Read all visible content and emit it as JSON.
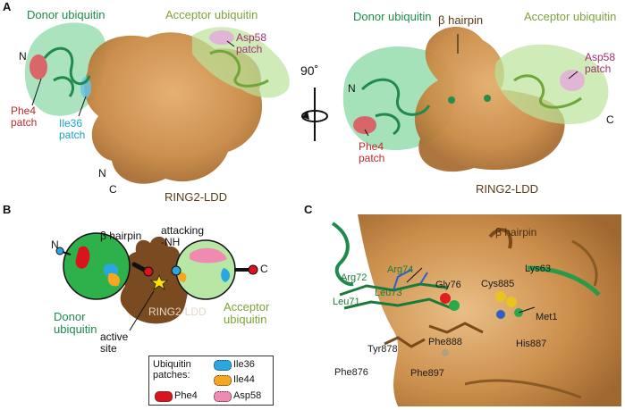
{
  "panels": {
    "a": "A",
    "b": "B",
    "c": "C"
  },
  "panel_a": {
    "left": {
      "donor_title": "Donor ubiquitin",
      "acceptor_title": "Acceptor ubiquitin",
      "asp58": "Asp58\npatch",
      "n_label": "N",
      "phe4": "Phe4\npatch",
      "ile36": "Ile36\npatch",
      "n2_label": "N",
      "c_label": "C",
      "ring": "RING2-LDD"
    },
    "rotation": "90˚",
    "right": {
      "donor_title": "Donor ubiquitin",
      "hairpin": "β hairpin",
      "acceptor_title": "Acceptor ubiquitin",
      "asp58": "Asp58\npatch",
      "n_label": "N",
      "c_label": "C",
      "phe4": "Phe4\npatch",
      "ring": "RING2-LDD"
    }
  },
  "panel_b": {
    "hairpin": "β hairpin",
    "attacking": "attacking\n-NH",
    "n_label": "N",
    "c_label": "C",
    "ring": "RING2-LDD",
    "donor": "Donor\nubiquitin",
    "acceptor": "Acceptor\nubiquitin",
    "active_site": "active\nsite",
    "legend": {
      "title": "Ubiquitin\npatches:",
      "items": [
        {
          "label": "Ile36",
          "color": "#2aa6e0"
        },
        {
          "label": "Ile44",
          "color": "#f5a623"
        },
        {
          "label": "Phe4",
          "color": "#d9141c"
        },
        {
          "label": "Asp58",
          "color": "#f08ab0"
        }
      ]
    }
  },
  "panel_c": {
    "hairpin": "β hairpin",
    "residues": {
      "arg74": "Arg74",
      "lys63": "Lys63",
      "arg72": "Arg72",
      "gly76": "Gly76",
      "cys885": "Cys885",
      "leu73": "Leu73",
      "leu71": "Leu71",
      "met1": "Met1",
      "phe888": "Phe888",
      "his887": "His887",
      "tyr878": "Tyr878",
      "phe876": "Phe876",
      "phe897": "Phe897"
    }
  },
  "colors": {
    "ring_surface": "#c98a45",
    "ring_dark": "#6b3e1a",
    "donor_surface": "#8fd9a8",
    "donor_ribbon": "#1f8a4c",
    "acceptor_surface": "#b9e39a",
    "acceptor_ribbon": "#6fa63a",
    "phe4": "#e0505a",
    "ile36": "#5fc4e8",
    "asp58": "#e6a8dc"
  }
}
